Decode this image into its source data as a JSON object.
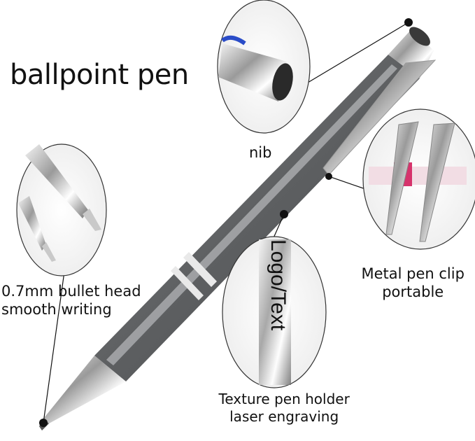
{
  "title": "ballpoint pen",
  "labels": {
    "nib": "nib",
    "clip_line1": "Metal pen clip",
    "clip_line2": "portable",
    "head_line1": "0.7mm bullet head",
    "head_line2": "smooth writing",
    "holder_line1": "Texture pen holder",
    "holder_line2": "laser engraving"
  },
  "engraving_text": "Logo/Text",
  "colors": {
    "pen_body": "#6b6d6f",
    "chrome": "#d8d8d8",
    "accent_pink": "#d6336c",
    "callout_dot": "#111111"
  }
}
